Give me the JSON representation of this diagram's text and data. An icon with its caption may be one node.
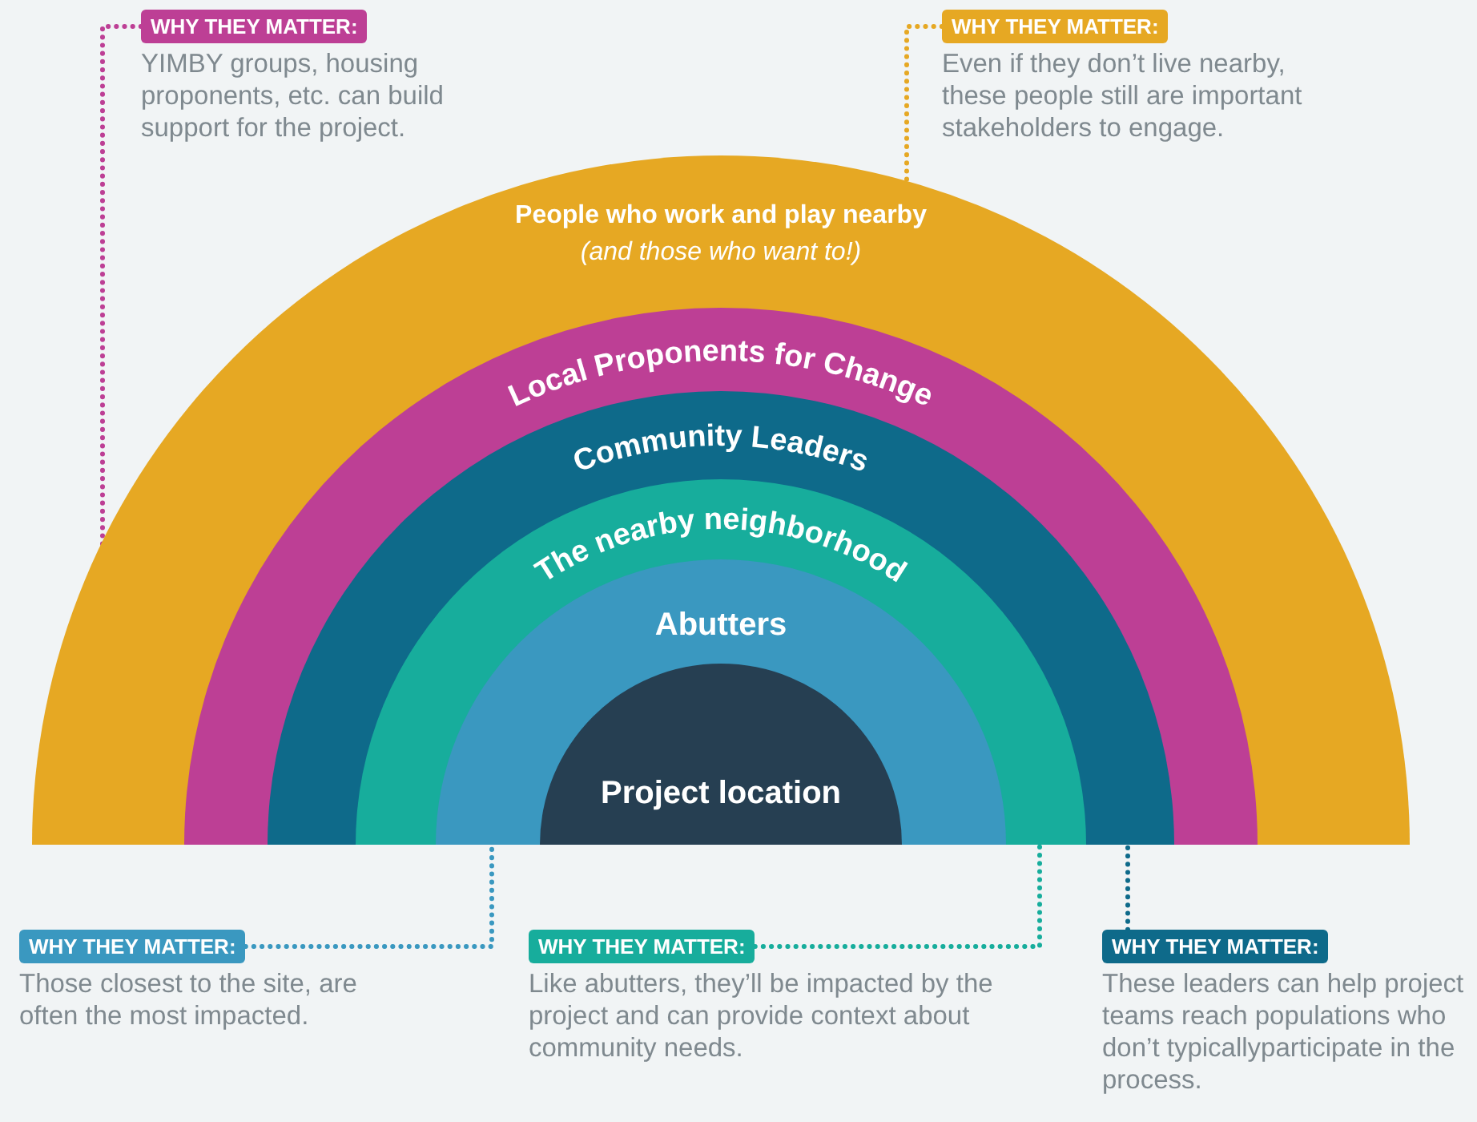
{
  "diagram": {
    "nodes": [
      {
        "text": [
          "WHY THEY MATTER:",
          "YIMBY groups, housing proponents, etc. can build support for the project."
        ]
      },
      {
        "text": [
          "WHY THEY MATTER:",
          "Even if they don’t live nearby, these people still are important stakeholders to engage."
        ]
      },
      {
        "text": [
          "People who work and play nearby",
          "(and those who want to!)"
        ]
      },
      {
        "text": [
          "Local Proponents for Change"
        ],
        "in": 2
      },
      {
        "text": [
          "Community Leaders"
        ],
        "in": 3
      },
      {
        "text": [
          "The nearby neighborhood"
        ],
        "in": 4
      },
      {
        "text": [
          "Abutters"
        ],
        "in": 5
      },
      {
        "text": [
          "Project location"
        ],
        "in": 6
      },
      {
        "text": [
          "WHY THEY MATTER:",
          "Those closest to the site, are often the most impacted."
        ]
      },
      {
        "text": [
          "WHY THEY MATTER:",
          "Like abutters, they’ll be impacted by the project and can provide context about community needs."
        ]
      },
      {
        "text": [
          "WHY THEY MATTER:",
          "These leaders can help project teams reach populations who don’t typicallyparticipate in the process."
        ]
      }
    ],
    "edges": [
      {
        "from": 0,
        "to": 3,
        "arrow": "none",
        "color": "#bd3f95"
      },
      {
        "from": 1,
        "to": 2,
        "arrow": "none",
        "color": "#e6a823"
      },
      {
        "from": 8,
        "to": 6,
        "arrow": "none",
        "color": "#3a98c0"
      },
      {
        "from": 9,
        "to": 5,
        "arrow": "none",
        "color": "#17ad9c"
      },
      {
        "from": 10,
        "to": 4,
        "arrow": "none",
        "color": "#0e6a8a"
      }
    ]
  }
}
